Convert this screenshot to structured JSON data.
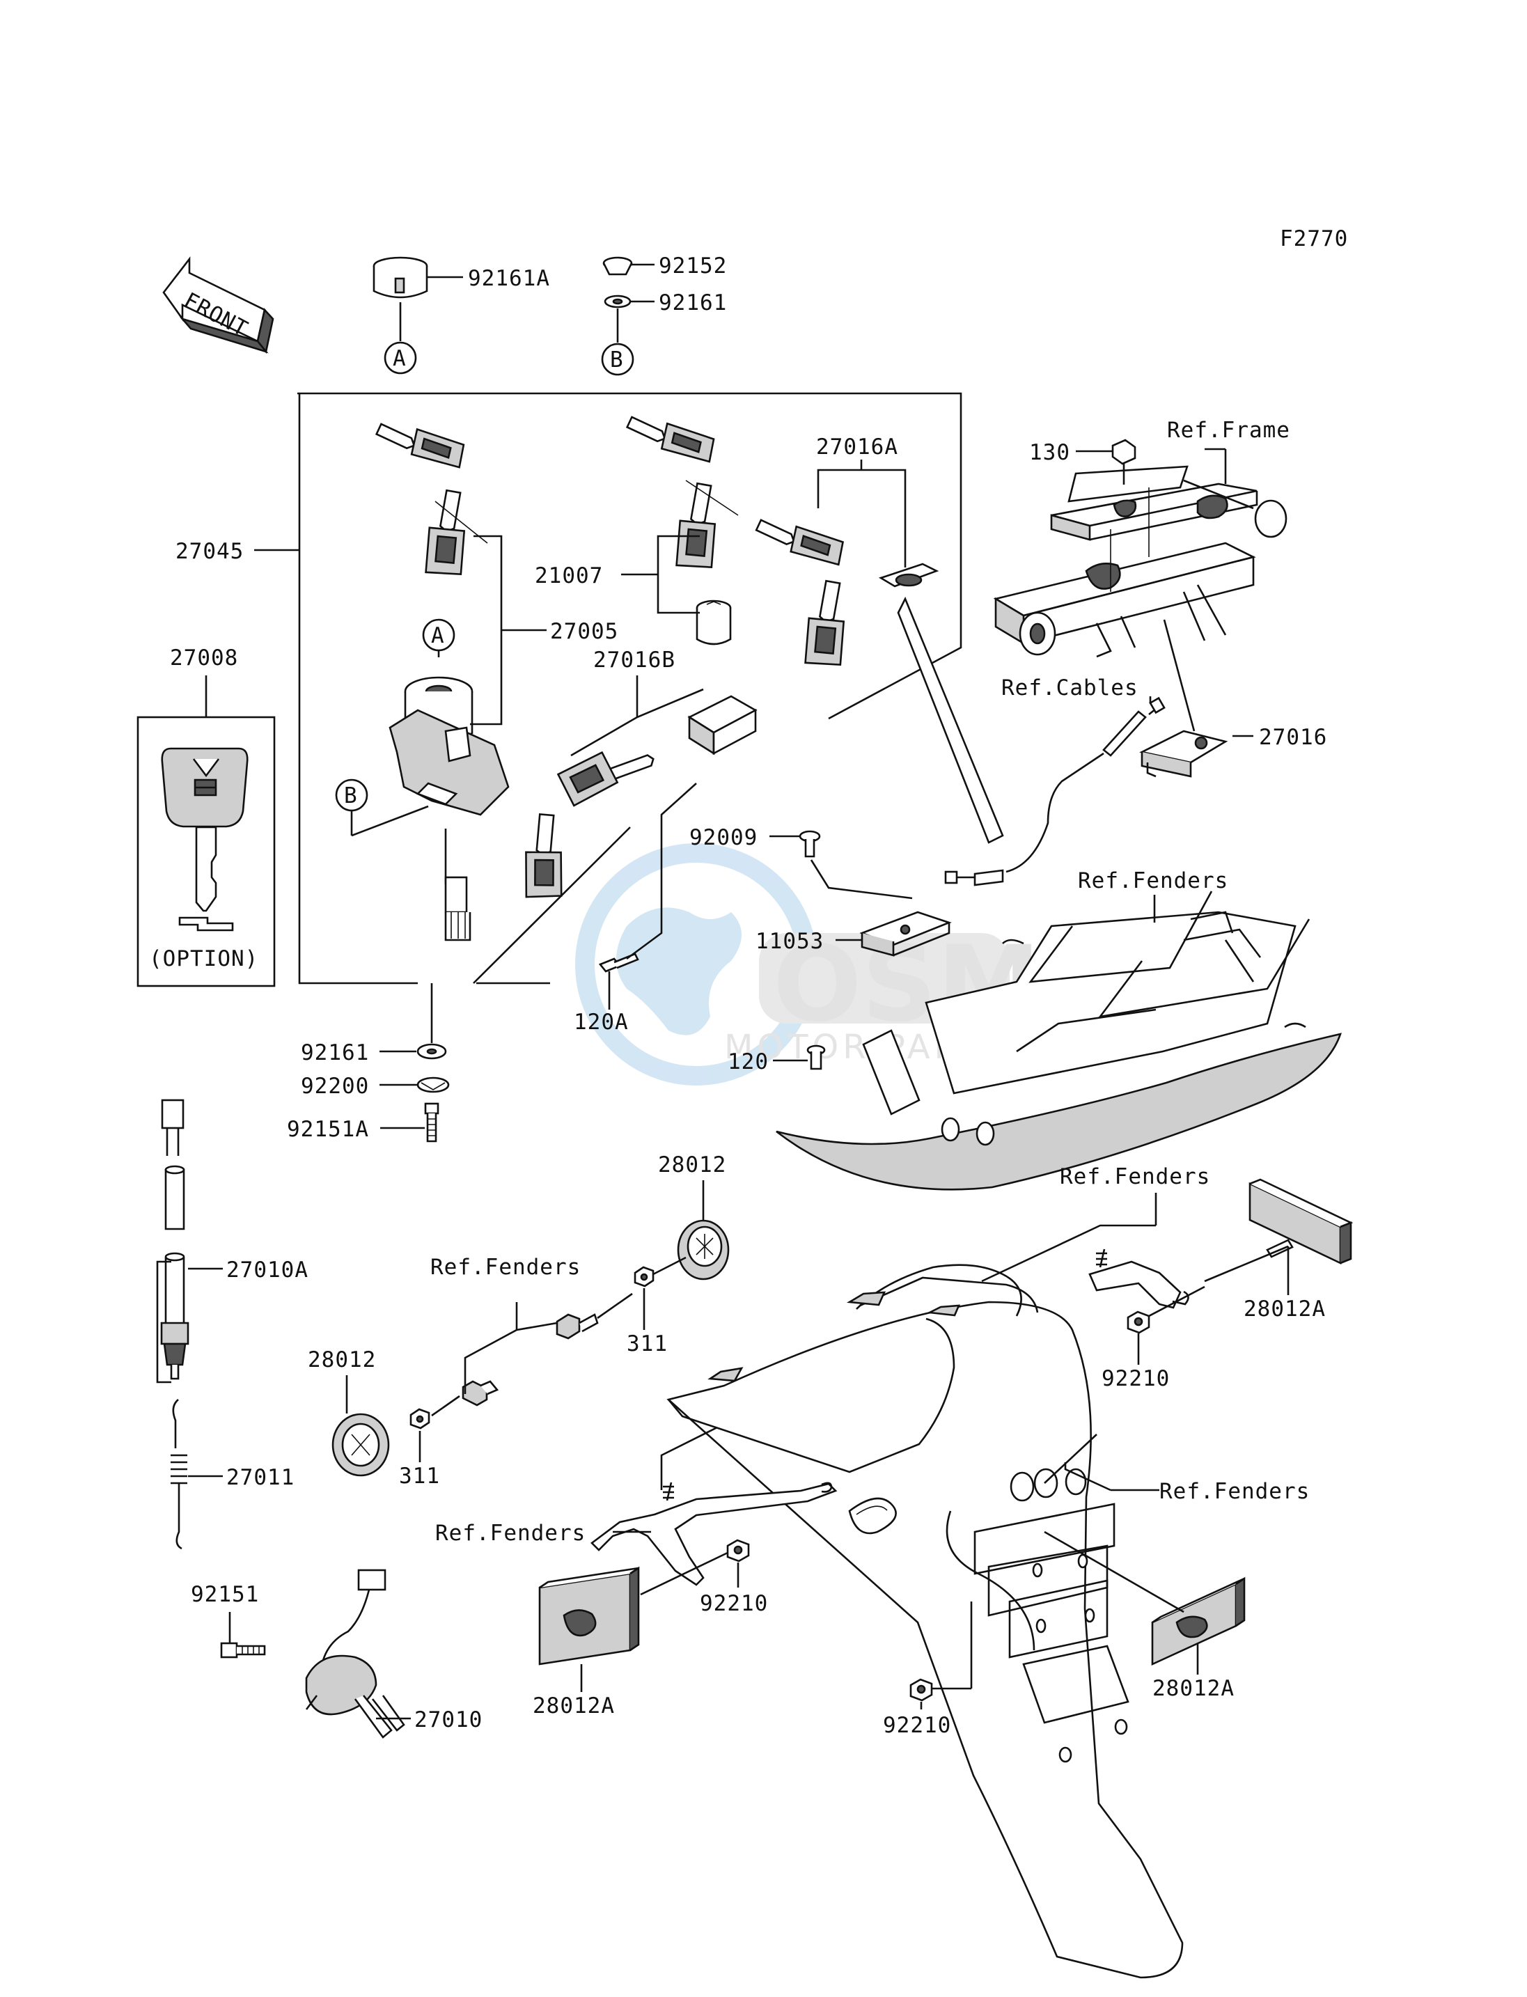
{
  "figure_code": "F2770",
  "direction_label": "FRONT",
  "watermark": {
    "line1": "OSM",
    "line2": "MOTOR PARTS"
  },
  "callouts": {
    "a": "A",
    "b": "B"
  },
  "option_label": "(OPTION)",
  "parts": {
    "p92161A": "92161A",
    "p92152": "92152",
    "p92161_top": "92161",
    "p27016A": "27016A",
    "p130": "130",
    "ref_frame": "Ref.Frame",
    "p27045": "27045",
    "p21007": "21007",
    "p27008": "27008",
    "p27005": "27005",
    "p27016B": "27016B",
    "ref_cables": "Ref.Cables",
    "p27016": "27016",
    "p92009": "92009",
    "ref_fenders_1": "Ref.Fenders",
    "p11053": "11053",
    "p120A": "120A",
    "p120": "120",
    "p92161_mid": "92161",
    "p92200": "92200",
    "p92151A": "92151A",
    "p28012_top": "28012",
    "ref_fenders_2": "Ref.Fenders",
    "p27010A": "27010A",
    "ref_fenders_3": "Ref.Fenders",
    "p28012A_right": "28012A",
    "p28012_left": "28012",
    "p311_upper": "311",
    "p92210_right": "92210",
    "p311_lower": "311",
    "p27011": "27011",
    "ref_fenders_4": "Ref.Fenders",
    "ref_fenders_5": "Ref.Fenders",
    "p92151": "92151",
    "p92210_mid": "92210",
    "p27010": "27010",
    "p28012A_left": "28012A",
    "p28012A_lower": "28012A",
    "p92210_bottom": "92210"
  }
}
